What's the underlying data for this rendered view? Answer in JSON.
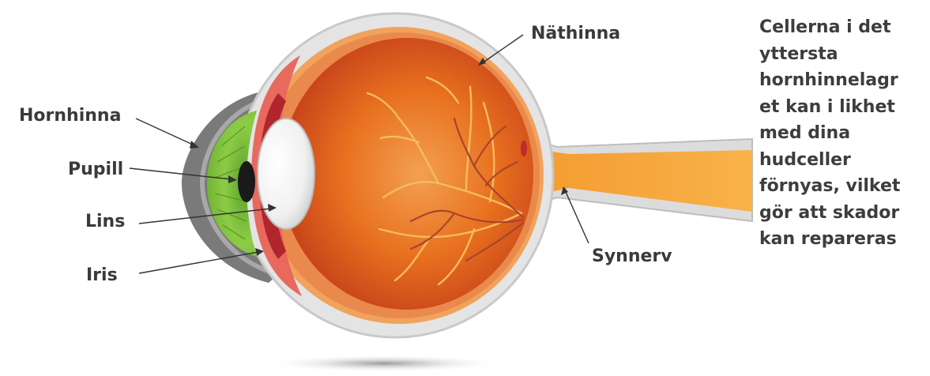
{
  "labels": {
    "cornea": "Hornhinna",
    "pupil": "Pupill",
    "lens": "Lins",
    "iris": "Iris",
    "retina": "Näthinna",
    "optic_nerve": "Synnerv"
  },
  "callout_lines": "Cellerna i det\nyttersta\nhornhinnelagr\net kan i likhet\nmed dina\nhudceller\nförnyas, vilket\ngör att skador\nkan repareras",
  "colors": {
    "sclera": "#e4e4e4",
    "retina_layer": "#f0a35a",
    "eyeball": "#e8641f",
    "iris": "#7cc23a",
    "lens": "#f2f2f2",
    "optic_nerve": "#f6a83c",
    "vessels": "#f0b75a"
  }
}
